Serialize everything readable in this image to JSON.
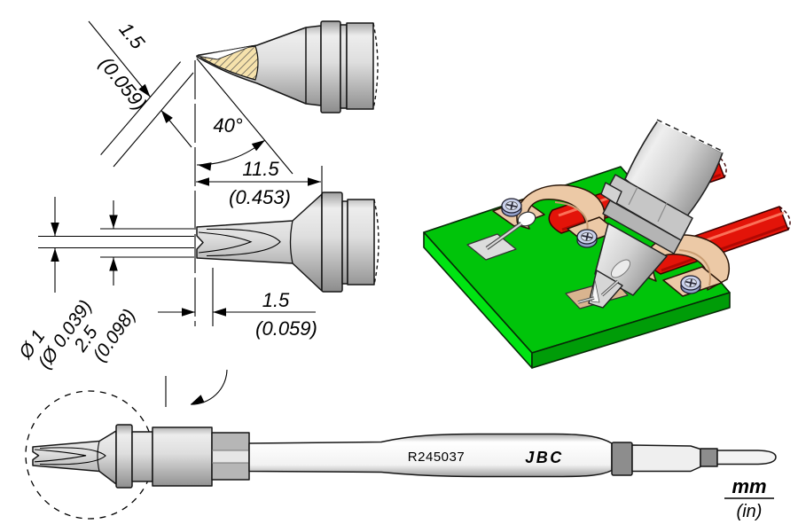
{
  "meta": {
    "brand": "JBC",
    "part_number": "R245037",
    "drawing_type": "soldering-cartridge-technical-drawing"
  },
  "units": {
    "primary": "mm",
    "secondary": "(in)"
  },
  "dims": {
    "bevel_width_mm": "1.5",
    "bevel_width_in": "(0.059)",
    "angle": "40°",
    "length_mm": "11.5",
    "length_in": "(0.453)",
    "tip_mm": "1.5",
    "tip_in": "(0.059)",
    "groove_dia_mm": "Ø 1",
    "groove_dia_in": "(Ø 0.039)",
    "shaft_dia_mm": "2.5",
    "shaft_dia_in": "(0.098)"
  },
  "colors": {
    "pcb_green": "#00c40a",
    "cable_red": "#e31409",
    "hatch_yellow": "#f6e2ac",
    "clamp_tan": "#ecc9a6",
    "screw_blue": "#c9d1ec"
  }
}
